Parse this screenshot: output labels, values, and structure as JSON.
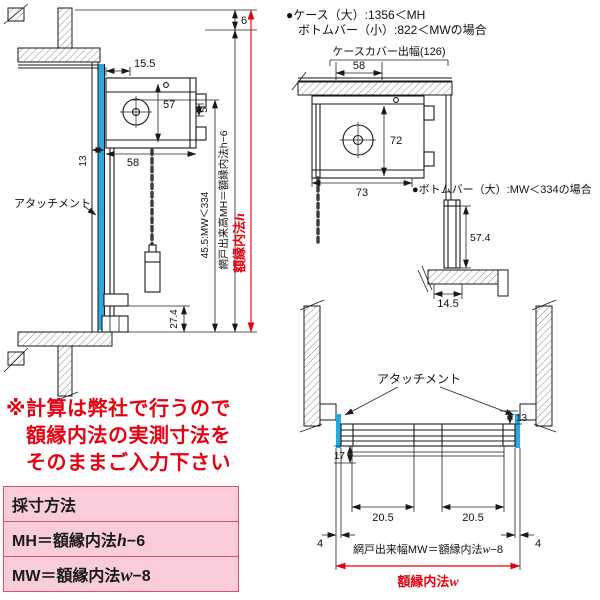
{
  "colors": {
    "accent_red": "#e60012",
    "attachment_blue": "#29a9e1",
    "table_pink": "#f8ccd8",
    "line": "#1a1a1a"
  },
  "left_diagram": {
    "attachment_label": "アタッチメント",
    "dims": {
      "top_gap": "6",
      "case_height": "57",
      "case_offset": "15.5",
      "attach_depth": "13",
      "case_depth": "58",
      "gap5": "5",
      "note_45": "45.5:MW＜334",
      "mh_formula": "網戸出来高MH＝額縁内法h−6",
      "h_prefix": "額縁内法",
      "h_var": "h",
      "bottom_gap": "27.4"
    }
  },
  "right_diagram": {
    "note_case": "●ケース（大）:1356＜MH",
    "note_bottombar_small": "ボトムバー（小）:822＜MWの場合",
    "case_cover": "ケースカバー出幅(126)",
    "note_bottombar_large": "●ボトムバー（大）:MW＜334の場合",
    "dims": {
      "d58": "58",
      "d72": "72",
      "d73": "73",
      "d57_4": "57.4",
      "d14_5": "14.5"
    }
  },
  "plan_diagram": {
    "attachment_label": "アタッチメント",
    "mw_prefix": "網戸出来幅MW＝額縁内法",
    "mw_var": "w",
    "mw_suffix": "−8",
    "w_prefix": "額縁内法",
    "w_var": "w",
    "dims": {
      "d13": "13",
      "d17": "17",
      "d20_5_left": "20.5",
      "d20_5_right": "20.5",
      "d4_left": "4",
      "d4_right": "4"
    }
  },
  "warning": {
    "line1": "※計算は弊社で行うので",
    "line2": "額縁内法の実測寸法を",
    "line3": "そのままご入力下さい"
  },
  "table": {
    "title": "採寸方法",
    "row1_prefix": "MH＝額縁内法",
    "row1_var": "h",
    "row1_suffix": "−6",
    "row2_prefix": "MW＝額縁内法",
    "row2_var": "w",
    "row2_suffix": "−8"
  }
}
